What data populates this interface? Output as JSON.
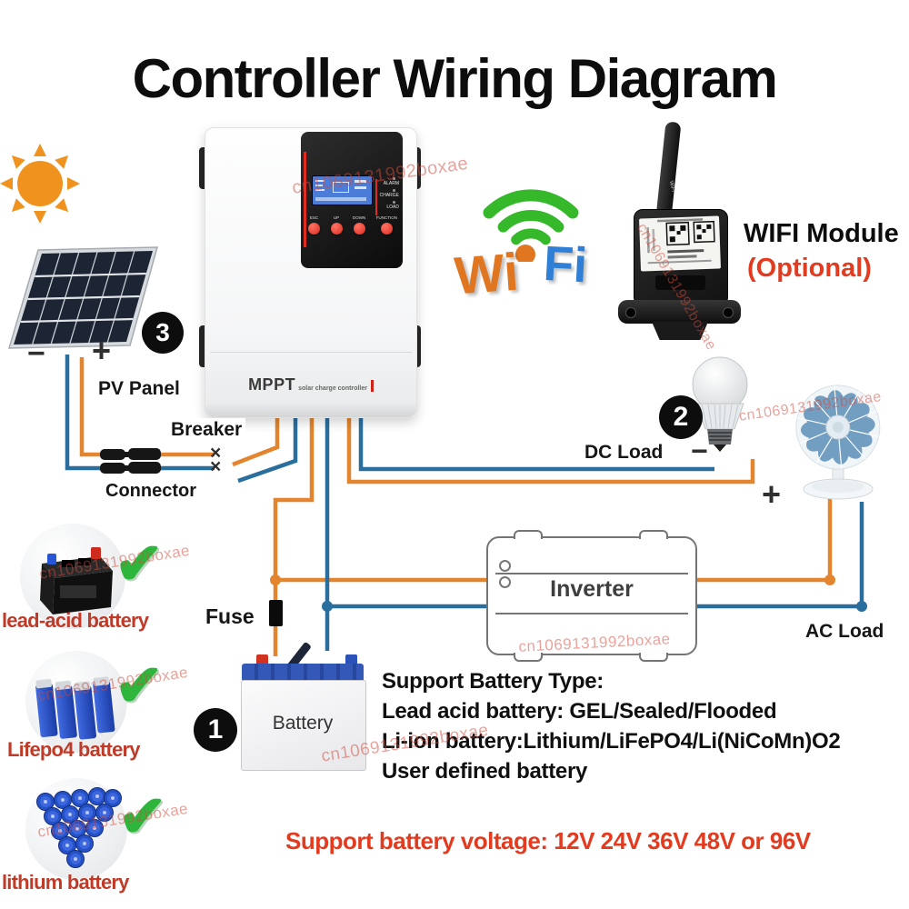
{
  "title": "Controller Wiring Diagram",
  "watermark": "cn1069131992boxae",
  "labels": {
    "pv_panel": "PV Panel",
    "breaker": "Breaker",
    "connector": "Connector",
    "fuse": "Fuse",
    "dc_load": "DC Load",
    "ac_load": "AC Load",
    "inverter": "Inverter",
    "battery": "Battery"
  },
  "badges": {
    "battery": "1",
    "dc_load": "2",
    "pv_panel": "3"
  },
  "signs": {
    "minus": "−",
    "plus": "+",
    "cross": "×"
  },
  "controller": {
    "brand": "MPPT",
    "brand_suffix": "solar charge controller",
    "buttons": [
      "ESC",
      "UP",
      "DOWN",
      "FUNCTION"
    ],
    "indicators": [
      "ALARM",
      "CHARGE",
      "LOAD"
    ]
  },
  "wifi": {
    "heading": "WIFI Module",
    "sub": "(Optional)",
    "logo_wi": "Wi",
    "logo_fi": "Fi",
    "antenna_text": "WiFi"
  },
  "battery_support": {
    "heading": "Support Battery Type:",
    "lines": [
      "Lead acid battery: GEL/Sealed/Flooded",
      "Li-ion battery:Lithium/LiFePO4/Li(NiCoMn)O2",
      "User defined battery"
    ]
  },
  "voltage_note": "Support battery voltage: 12V 24V 36V 48V or 96V",
  "battery_options": [
    {
      "label": "lead-acid battery"
    },
    {
      "label": "Lifepo4 battery"
    },
    {
      "label": "lithium battery"
    }
  ],
  "icons": {
    "check": "✔"
  },
  "colors": {
    "wire_orange": "#e2852e",
    "wire_blue": "#2a6e9e",
    "badge_bg": "#0d0d0d",
    "label_red": "#c03a28",
    "accent_red": "#e23b20",
    "check_green": "#2eb53c",
    "sun_orange": "#f0921e",
    "wifi_green": "#35b82a",
    "wifi_orange": "#e0761f",
    "wifi_blue": "#2f7fd6",
    "watermark_red": "#d24a3c",
    "lcd_blue": "#4a7cd8"
  }
}
